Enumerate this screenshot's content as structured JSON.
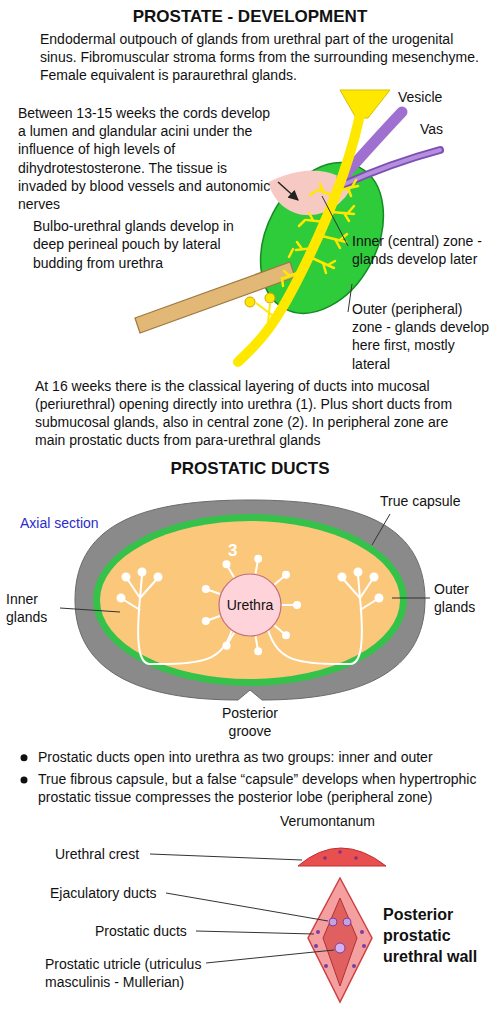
{
  "diagram": {
    "title": "PROSTATE - DEVELOPMENT",
    "nodes": [
      {
        "text": [
          "Urethra"
        ]
      }
    ],
    "labels": [
      "Endodermal outpouch of glands from urethral part of the urogenital sinus. Fibromuscular stroma forms from the surrounding mesenchyme. Female equivalent is paraurethral glands.",
      "Vesicle",
      "Vas",
      "Between 13-15 weeks the cords develop a lumen and glandular acini under the influence of high levels of dihydrotestosterone. The tissue is invaded by blood vessels and autonomic nerves",
      "Bulbo-urethral glands develop in deep perineal pouch by lateral budding from urethra",
      "Inner (central) zone - glands develop later",
      "Outer (peripheral) zone - glands develop here first, mostly lateral",
      "At 16 weeks there is the classical layering of ducts into mucosal (periurethral) opening directly into urethra (1). Plus short ducts from submucosal glands, also in central zone (2). In peripheral zone are main prostatic ducts from para-urethral glands",
      "PROSTATIC DUCTS",
      "True capsule",
      "Axial section",
      "Outer glands",
      "Inner glands",
      "3",
      "Posterior groove",
      "Prostatic ducts open into urethra as two groups: inner and outer",
      "True fibrous capsule, but a false “capsule” develops when hypertrophic prostatic tissue compresses the posterior lobe (peripheral zone)",
      "Verumontanum",
      "Urethral crest",
      "Ejaculatory ducts",
      "Prostatic ducts",
      "Prostatic utricle (utriculus masculinis - Mullerian)",
      "Posterior prostatic urethral wall"
    ]
  }
}
